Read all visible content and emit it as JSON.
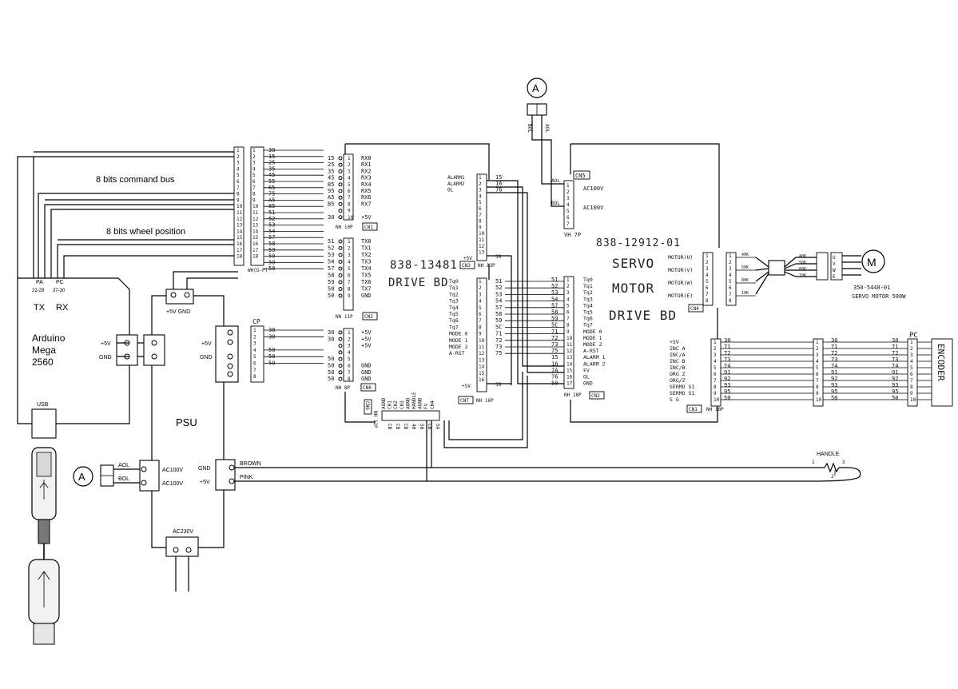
{
  "arduino": {
    "name_line1": "Arduino",
    "name_line2": "Mega",
    "name_line3": "2560",
    "pa_pins": [
      "PA",
      "22-29"
    ],
    "pc_pins": [
      "PC",
      "37-30"
    ],
    "tx_label": "TX",
    "rx_label": "RX",
    "usb_label": "USB",
    "pwr_plus": "+5V",
    "pwr_gnd": "GND"
  },
  "buses": {
    "command_bus": "8 bits command bus",
    "wheel_position": "8 bits wheel position"
  },
  "psu": {
    "name": "PSU",
    "top_conn": "+5V GND",
    "left_plus": "+5V",
    "left_gnd": "GND",
    "ac_in_1": "AC100V",
    "ac_in_2": "AC100V",
    "out_gnd": "GND",
    "out_plus": "+5V",
    "ac230": "AC230V",
    "brown": "BROWN",
    "pink": "PINK"
  },
  "connector_a": {
    "label": "A",
    "aol": "AOL",
    "bol": "BOL"
  },
  "wh_connector": {
    "label": "WH(U-P)",
    "left_pins": [
      "30",
      "15",
      "25",
      "35",
      "45",
      "55",
      "65",
      "75",
      "A5",
      "85",
      "51",
      "52",
      "53",
      "54",
      "57",
      "58",
      "59",
      "50",
      "50",
      "50"
    ],
    "right_nums": [
      "1",
      "2",
      "3",
      "4",
      "5",
      "6",
      "7",
      "8",
      "9",
      "10",
      "11",
      "12",
      "13",
      "14",
      "15",
      "16",
      "17",
      "18"
    ]
  },
  "cp_connector": {
    "label": "CP",
    "nums": [
      "1",
      "2",
      "3",
      "4",
      "5",
      "6",
      "7",
      "8"
    ],
    "pins": [
      "30",
      "30",
      "",
      "50",
      "50",
      "50"
    ]
  },
  "cn1": {
    "wires": [
      "15",
      "25",
      "35",
      "45",
      "85",
      "95",
      "A5",
      "B5",
      "",
      "30"
    ],
    "signals": [
      "RX0",
      "RX1",
      "RX2",
      "RX3",
      "RX4",
      "RX5",
      "RX6",
      "RX7",
      "",
      "+5V"
    ],
    "footer": "NH 10P",
    "name": "CN1"
  },
  "cn2": {
    "wires": [
      "51",
      "52",
      "53",
      "54",
      "57",
      "58",
      "59",
      "50",
      "50"
    ],
    "signals": [
      "TX0",
      "TX1",
      "TX2",
      "TX3",
      "TX4",
      "TX5",
      "TX6",
      "TX7",
      "GND"
    ],
    "footer": "NH 11P",
    "name": "CN2"
  },
  "cn8": {
    "wires": [
      "30",
      "30",
      "",
      "",
      "50",
      "50",
      "50",
      "50"
    ],
    "signals": [
      "+5V",
      "+5V",
      "+5V",
      "",
      "",
      "GND",
      "GND",
      "GND"
    ],
    "footer": "NH 8P",
    "name": "CN8"
  },
  "drive_bd": {
    "part": "838-13481",
    "name": "DRIVE BD"
  },
  "cn3": {
    "signals": [
      "ALARM1",
      "ALARM2",
      "OL"
    ],
    "wires": [
      "15",
      "16",
      "76"
    ],
    "plus5": "+5V",
    "plus5_wire": "30",
    "footer": "NH 13P",
    "name": "CN3"
  },
  "cn7": {
    "signals": [
      "Tq0",
      "Tq1",
      "Tq2",
      "Tq3",
      "Tq4",
      "Tq5",
      "Tq6",
      "Tq7",
      "MODE 0",
      "MODE 1",
      "MODE 2",
      "A-RST"
    ],
    "wires": [
      "51",
      "52",
      "53",
      "54",
      "57",
      "58",
      "59",
      "5C",
      "71",
      "72",
      "73",
      "75"
    ],
    "plus5": "+5V",
    "plus5_wire": "30",
    "footer": "NH 16P",
    "name": "CN7"
  },
  "cn6": {
    "name": "CN6",
    "footer": "NH 12P",
    "signals": [
      "AGND",
      "CH1",
      "CH2",
      "CH3",
      "AGND",
      "HANDLE",
      "AGND",
      "FV",
      "CH4"
    ],
    "wires": [
      "CB",
      "CB",
      "CB",
      "40",
      "50",
      "CB",
      "5A"
    ]
  },
  "cn5": {
    "name": "CN5",
    "aol": "AOL",
    "bol": "BOL",
    "sig1": "AC100V",
    "sig2": "AC100V",
    "footer": "VH 7P"
  },
  "servo_bd": {
    "part": "838-12912-01",
    "line1": "SERVO",
    "line2": "MOTOR",
    "line3": "DRIVE BD"
  },
  "cn4": {
    "name": "CN4",
    "signals": [
      "MOTOR(U)",
      "MOTOR(V)",
      "MOTOR(W)",
      "MOTOR(E)"
    ],
    "wires": [
      "40K",
      "50K",
      "80K",
      "10K"
    ]
  },
  "motor": {
    "symbol": "M",
    "wires": [
      "40K",
      "50K",
      "80K",
      "10K"
    ],
    "phases": [
      "U",
      "V",
      "W",
      "E"
    ],
    "part": "350-5448-01",
    "desc": "SERVO MOTOR 500W"
  },
  "cn2_servo": {
    "signals": [
      "Tq0",
      "Tq1",
      "Tq2",
      "Tq3",
      "Tq4",
      "Tq5",
      "Tq6",
      "Tq7",
      "MODE 0",
      "MODE 1",
      "MODE 2",
      "A-RST",
      "ALARM 1",
      "ALARM 2",
      "FV",
      "OL",
      "GND"
    ],
    "wires": [
      "51",
      "52",
      "53",
      "54",
      "57",
      "58",
      "59",
      "5C",
      "71",
      "72",
      "73",
      "75",
      "15",
      "16",
      "7A",
      "76",
      "50"
    ],
    "footer": "NH 18P",
    "name": "CN2"
  },
  "cn1_servo": {
    "signals": [
      "+5V",
      "INC A",
      "INC/A",
      "INC B",
      "INC/B",
      "ORG Z",
      "ORG/Z",
      "SERMO S1",
      "SERMO S1",
      "S G"
    ],
    "wires": [
      "30",
      "71",
      "72",
      "73",
      "74",
      "91",
      "92",
      "93",
      "95",
      "50"
    ],
    "footer": "NH 10P",
    "name": "CN1"
  },
  "encoder": {
    "pc_label": "PC",
    "name": "ENCODER",
    "wires": [
      "30",
      "71",
      "72",
      "73",
      "74",
      "91",
      "92",
      "93",
      "95",
      "50"
    ]
  },
  "handle": {
    "label": "HANDLE",
    "pins": [
      "1",
      "2",
      "3"
    ]
  }
}
